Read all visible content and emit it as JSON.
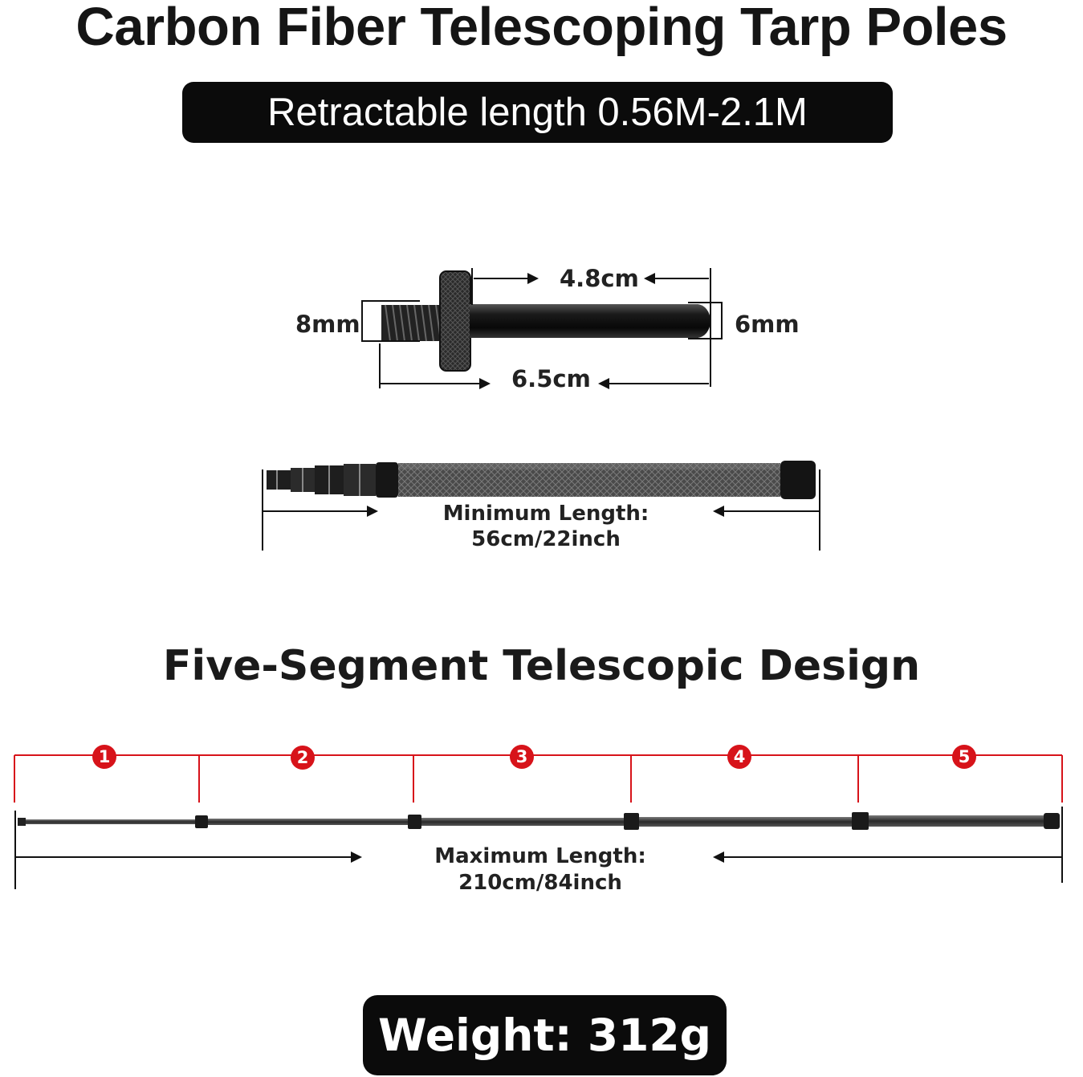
{
  "title": "Carbon Fiber Telescoping Tarp Poles",
  "subtitle": "Retractable length 0.56M-2.1M",
  "screw": {
    "thread_label": "8mm",
    "tip_label": "6mm",
    "rod_length_label": "4.8cm",
    "total_length_label": "6.5cm"
  },
  "collapsed": {
    "label_line1": "Minimum Length:",
    "label_line2": "56cm/22inch"
  },
  "design_heading": "Five-Segment Telescopic Design",
  "segments": [
    "1",
    "2",
    "3",
    "4",
    "5"
  ],
  "extended": {
    "label_line1": "Maximum Length:",
    "label_line2": "210cm/84inch"
  },
  "weight_label": "Weight: 312g",
  "colors": {
    "segment_marker": "#d7131a",
    "pill_background": "#0b0b0b"
  }
}
